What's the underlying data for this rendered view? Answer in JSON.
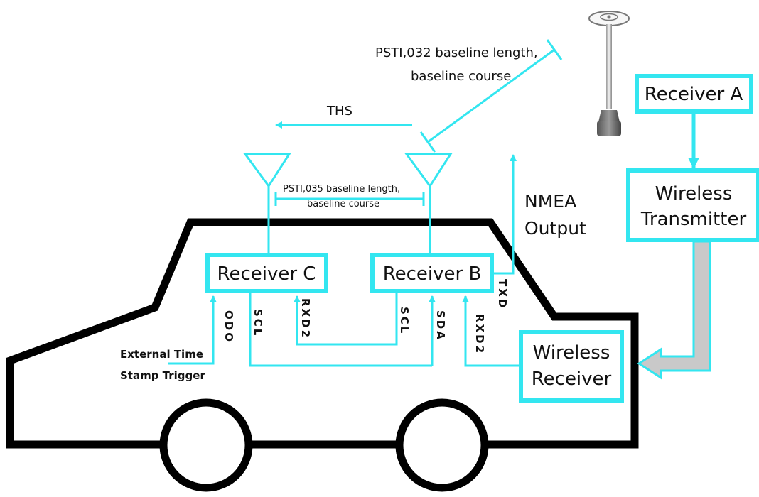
{
  "colors": {
    "accent": "#33e6f0",
    "outline": "#000000",
    "pipe": "#c9c9c9"
  },
  "icons": {
    "antenna_pole": "gnss-antenna-pole-icon",
    "vehicle_antenna": "antenna-icon"
  },
  "boxes": {
    "receiver_a": "Receiver A",
    "wireless_transmitter": [
      "Wireless",
      "Transmitter"
    ],
    "receiver_c": "Receiver C",
    "receiver_b": "Receiver B",
    "wireless_receiver": [
      "Wireless",
      "Receiver"
    ]
  },
  "labels": {
    "psti032": [
      "PSTI,032 baseline length,",
      "baseline course"
    ],
    "ths": "THS",
    "psti035": [
      "PSTI,035 baseline length,",
      "baseline course"
    ],
    "nmea": [
      "NMEA",
      "Output"
    ],
    "trigger": [
      "External Time",
      "Stamp Trigger"
    ]
  },
  "pins": {
    "odo": "ODO",
    "scl_c": "SCL",
    "rxd2_c": "RXD2",
    "scl_b": "SCL",
    "sda_b": "SDA",
    "rxd2_b": "RXD2",
    "txd_b": "TXD"
  }
}
